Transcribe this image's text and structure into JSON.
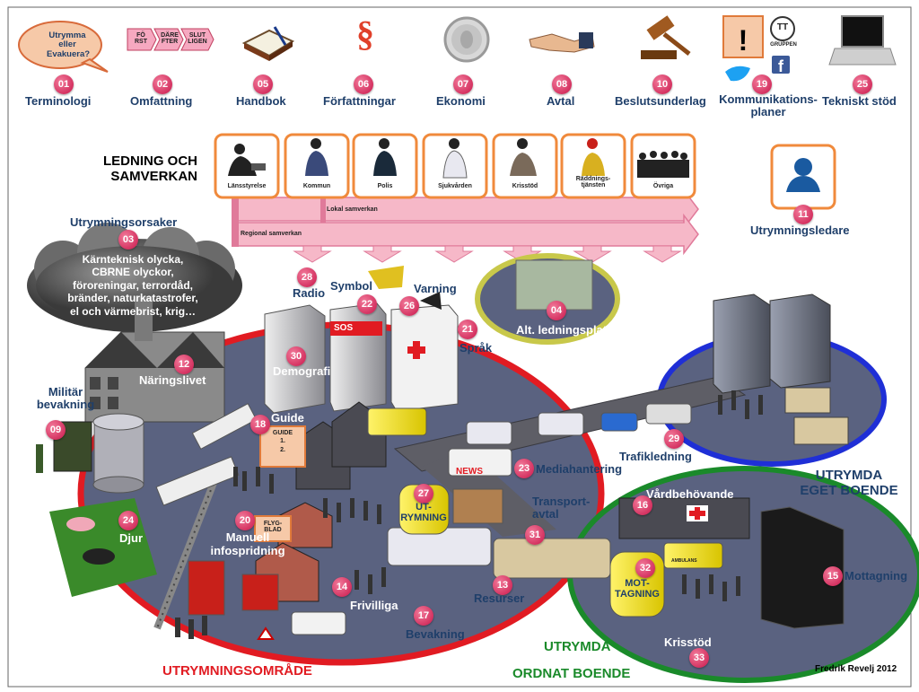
{
  "top_items": [
    {
      "num": "01",
      "label": "Terminologi",
      "bubble": "Utrymma\neller\nEvakuera?"
    },
    {
      "num": "02",
      "label": "Omfattning",
      "arrows": [
        "FÖ\nRST",
        "DÄRE\nFTER",
        "SLUT\nLIGEN"
      ]
    },
    {
      "num": "05",
      "label": "Handbok"
    },
    {
      "num": "06",
      "label": "Författningar",
      "symbol": "§"
    },
    {
      "num": "07",
      "label": "Ekonomi"
    },
    {
      "num": "08",
      "label": "Avtal"
    },
    {
      "num": "10",
      "label": "Beslutsunderlag"
    },
    {
      "num": "19",
      "label": "Kommunikations-\nplaner",
      "logo_text": "GRUPPEN",
      "logo_mark": "TT"
    },
    {
      "num": "25",
      "label": "Tekniskt stöd"
    }
  ],
  "leadership": {
    "title": "LEDNING OCH\nSAMVERKAN",
    "actors": [
      "Länsstyrelse",
      "Kommun",
      "Polis",
      "Sjukvården",
      "Krisstöd",
      "Räddnings-\ntjänsten",
      "Övriga"
    ],
    "lokal": "Lokal samverkan",
    "regional": "Regional samverkan"
  },
  "leader": {
    "num": "11",
    "label": "Utrymningsledare"
  },
  "causes": {
    "num": "03",
    "title": "Utrymningsorsaker",
    "text": "Kärnteknisk olycka,\nCBRNE olyckor,\nföroreningar, terrordåd,\nbränder, naturkatastrofer,\nel och värmebrist, krig…"
  },
  "labels": [
    {
      "id": "radio",
      "num": "28",
      "label": "Radio"
    },
    {
      "id": "symbol",
      "num": "22",
      "label": "Symbol"
    },
    {
      "id": "varning",
      "num": "26",
      "label": "Varning"
    },
    {
      "id": "sprak",
      "num": "21",
      "label": "Språk"
    },
    {
      "id": "alt",
      "num": "04",
      "label": "Alt. ledningsplats"
    },
    {
      "id": "naring",
      "num": "12",
      "label": "Näringslivet"
    },
    {
      "id": "demografi",
      "num": "30",
      "label": "Demografi"
    },
    {
      "id": "militar",
      "num": "09",
      "label": "Militär\nbevakning"
    },
    {
      "id": "guide",
      "num": "18",
      "label": "Guide"
    },
    {
      "id": "djur",
      "num": "24",
      "label": "Djur"
    },
    {
      "id": "manuell",
      "num": "20",
      "label": "Manuell\ninfospridning"
    },
    {
      "id": "frivilliga",
      "num": "14",
      "label": "Frivilliga"
    },
    {
      "id": "bevakning",
      "num": "17",
      "label": "Bevakning"
    },
    {
      "id": "resurser",
      "num": "13",
      "label": "Resurser"
    },
    {
      "id": "utrymning",
      "num": "27",
      "label": "UT-\nRYMNING"
    },
    {
      "id": "media",
      "num": "23",
      "label": "Mediahantering"
    },
    {
      "id": "transport",
      "num": "31",
      "label": "Transport-\navtal"
    },
    {
      "id": "trafik",
      "num": "29",
      "label": "Trafikledning"
    },
    {
      "id": "vard",
      "num": "16",
      "label": "Vårdbehövande"
    },
    {
      "id": "mottagning_tent",
      "num": "32",
      "label": "MOT-\nTAGNING"
    },
    {
      "id": "mottagning",
      "num": "15",
      "label": "Mottagning"
    },
    {
      "id": "krisstod",
      "num": "33",
      "label": "Krisstöd"
    }
  ],
  "signs": {
    "sos": "SOS",
    "news": "NEWS",
    "guide_card": "GUIDE\n1.\n2.",
    "flyg": "FLYG-\nBLAD",
    "ambulance": "AMBULANS"
  },
  "areas": {
    "evac": "UTRYMNINGSOMRÅDE",
    "own": "UTRYMDA\nEGET BOENDE",
    "org1": "UTRYMDA",
    "org2": "ORDNAT BOENDE"
  },
  "credit": "Fredrik Revelj 2012",
  "colors": {
    "navy": "#1f3f6a",
    "badge": "#c8154a",
    "pink": "#f6b8c8",
    "orange": "#f08a3c",
    "red": "#e11b22",
    "blue": "#1f2fd6",
    "green": "#1a8a2a",
    "olive": "#c8c84a"
  }
}
